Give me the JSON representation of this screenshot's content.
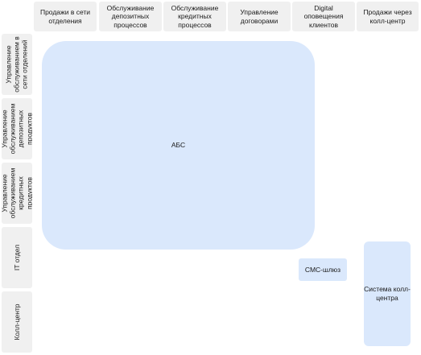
{
  "columns": [
    {
      "label": "Продажи в сети отделения"
    },
    {
      "label": "Обслуживание депозитных процессов"
    },
    {
      "label": "Обслуживание кредитных процессов"
    },
    {
      "label": "Управление договорами"
    },
    {
      "label": "Digital оповещения клиентов"
    },
    {
      "label": "Продажи через колл-центр"
    }
  ],
  "rows": [
    {
      "label": "Управление обслуживанием в сети отделений"
    },
    {
      "label": "Управление обслуживанием депозитных продуктов"
    },
    {
      "label": "Управление обслуживанием кредитных продуктов"
    },
    {
      "label": "IT отдел"
    },
    {
      "label": "Колл-центр"
    }
  ],
  "systems": {
    "abs": "АБС",
    "sms_gateway": "СМС-шлюз",
    "call_center_system": "Система колл-центра"
  },
  "colors": {
    "header_bg": "#f0f0f0",
    "system_fill": "#dae8fc"
  }
}
